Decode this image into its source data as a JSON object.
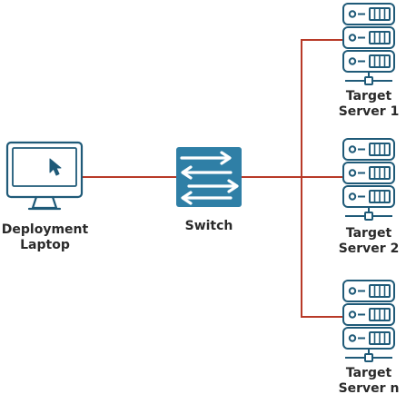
{
  "colors": {
    "link": "#b83a28",
    "device_stroke": "#1f5a78",
    "switch_fill": "#2f7fa6",
    "switch_arrow": "#ffffff",
    "text": "#2a2a2a"
  },
  "nodes": {
    "laptop": {
      "label_line1": "Deployment",
      "label_line2": "Laptop",
      "icon": "monitor-icon"
    },
    "switch": {
      "label": "Switch",
      "icon": "network-switch-icon"
    },
    "server1": {
      "label_line1": "Target",
      "label_line2": "Server 1",
      "icon": "server-rack-icon"
    },
    "server2": {
      "label_line1": "Target",
      "label_line2": "Server 2",
      "icon": "server-rack-icon"
    },
    "servern": {
      "label_line1": "Target",
      "label_line2": "Server n",
      "icon": "server-rack-icon"
    }
  }
}
